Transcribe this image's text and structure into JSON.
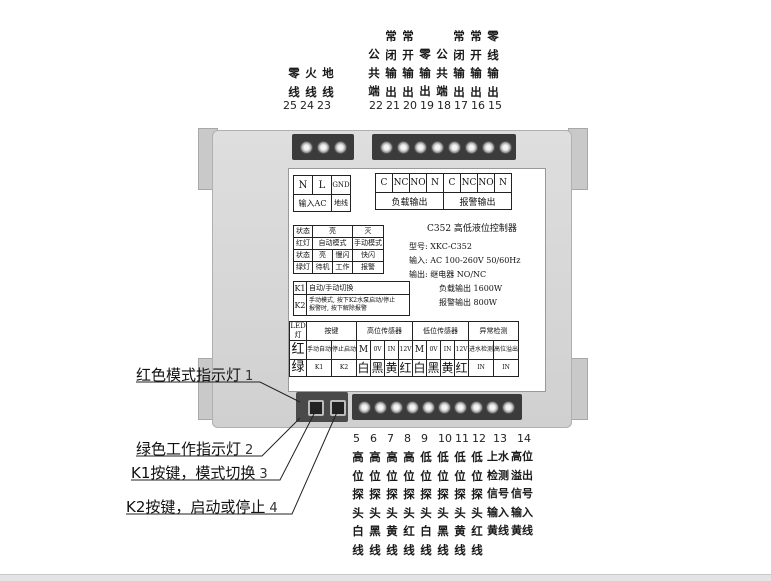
{
  "top_terminals": {
    "numbers": [
      "25",
      "24",
      "23",
      "22",
      "21",
      "20",
      "19",
      "18",
      "17",
      "16",
      "15"
    ],
    "labels": [
      "零线",
      "火线",
      "地线",
      "公共端",
      "常闭输出",
      "常开输出",
      "零输出",
      "公共端",
      "常闭输出",
      "常开输出",
      "零线输出"
    ]
  },
  "bottom_terminals": {
    "numbers": [
      "5",
      "6",
      "7",
      "8",
      "9",
      "10",
      "11",
      "12",
      "13",
      "14"
    ],
    "labels": [
      "高位探头白线",
      "高位探头黑线",
      "高位探头黄线",
      "高位探头红线",
      "低位探头白线",
      "低位探头黑线",
      "低位探头黄线",
      "低位探头红线",
      "上水检测信号输入黄线",
      "高位溢出信号输入黄线"
    ]
  },
  "callouts": [
    {
      "text": "红色模式指示灯",
      "num": "1"
    },
    {
      "text": "绿色工作指示灯",
      "num": "2"
    },
    {
      "text": "K1按键，模式切换",
      "num": "3"
    },
    {
      "text": "K2按键，启动或停止",
      "num": "4"
    }
  ],
  "panel": {
    "in_cells": [
      "N",
      "L",
      "GND"
    ],
    "in_label": "输入AC",
    "gnd_label": "地线",
    "out_cells": [
      "C",
      "NC",
      "NO",
      "N",
      "C",
      "NC",
      "NO",
      "N"
    ],
    "load_out": "负载输出",
    "alarm_out": "报警输出",
    "model_title": "C352 高低液位控制器",
    "model": "型号: XKC-C352",
    "input": "输入: AC 100-260V 50/60Hz",
    "output": "输出: 继电器 NO/NC",
    "load_power": "负载输出 1600W",
    "alarm_power": "报警输出 800W",
    "led_table": {
      "r1": [
        "状态",
        "亮",
        "灭"
      ],
      "r2": [
        "红灯",
        "自动模式",
        "手动模式"
      ],
      "r3": [
        "状态",
        "亮",
        "慢闪",
        "快闪"
      ],
      "r4": [
        "绿灯",
        "待机",
        "工作",
        "报警"
      ]
    },
    "k_table": [
      {
        "k": "K1",
        "desc": "自动/手动切换"
      },
      {
        "k": "K2",
        "desc": "手动模式, 按下K2水泵启动/停止",
        "desc2": "报警时, 按下解除报警"
      }
    ],
    "bottom_table": {
      "h": [
        "LED灯",
        "按键",
        "高位传感器",
        "低位传感器",
        "异常检测"
      ],
      "r2": [
        "红",
        "手动自动",
        "停止启动",
        "M",
        "0V",
        "IN",
        "12V",
        "M",
        "0V",
        "IN",
        "12V",
        "进水检测",
        "高位溢出"
      ],
      "r3": [
        "绿",
        "K1",
        "K2",
        "白",
        "黑",
        "黄",
        "红",
        "白",
        "黑",
        "黄",
        "红",
        "IN",
        "IN"
      ]
    }
  }
}
